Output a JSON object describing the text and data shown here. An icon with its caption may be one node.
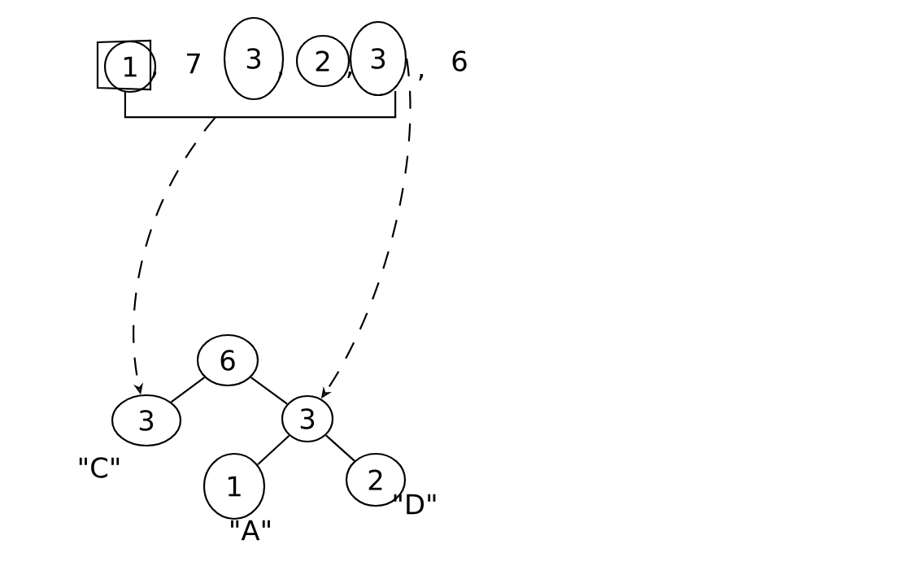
{
  "diagram": {
    "nodes": [
      {
        "text": [
          "1"
        ]
      },
      {
        "text": [
          "3"
        ]
      },
      {
        "text": [
          "2"
        ]
      },
      {
        "text": [
          "3"
        ]
      },
      {
        "text": [],
        "shape": "bar"
      },
      {
        "text": [
          "6"
        ]
      },
      {
        "text": [
          "3"
        ],
        "beside": [
          "\"C\""
        ]
      },
      {
        "text": [
          "3"
        ]
      },
      {
        "text": [
          "1"
        ],
        "beside": [
          "\"A\""
        ]
      },
      {
        "text": [
          "2"
        ],
        "beside": [
          "\"D\""
        ]
      }
    ],
    "edges": [
      {
        "from": 4,
        "to": 6,
        "arrow": "to",
        "style": "dashed"
      },
      {
        "from": 3,
        "to": 7,
        "arrow": "to",
        "style": "dashed"
      },
      {
        "from": 5,
        "to": 6,
        "arrow": "none"
      },
      {
        "from": 5,
        "to": 7,
        "arrow": "none"
      },
      {
        "from": 7,
        "to": 8,
        "arrow": "none"
      },
      {
        "from": 7,
        "to": 9,
        "arrow": "none"
      }
    ],
    "labels": [
      ",",
      "7",
      ",",
      ",",
      ",",
      "6"
    ]
  }
}
